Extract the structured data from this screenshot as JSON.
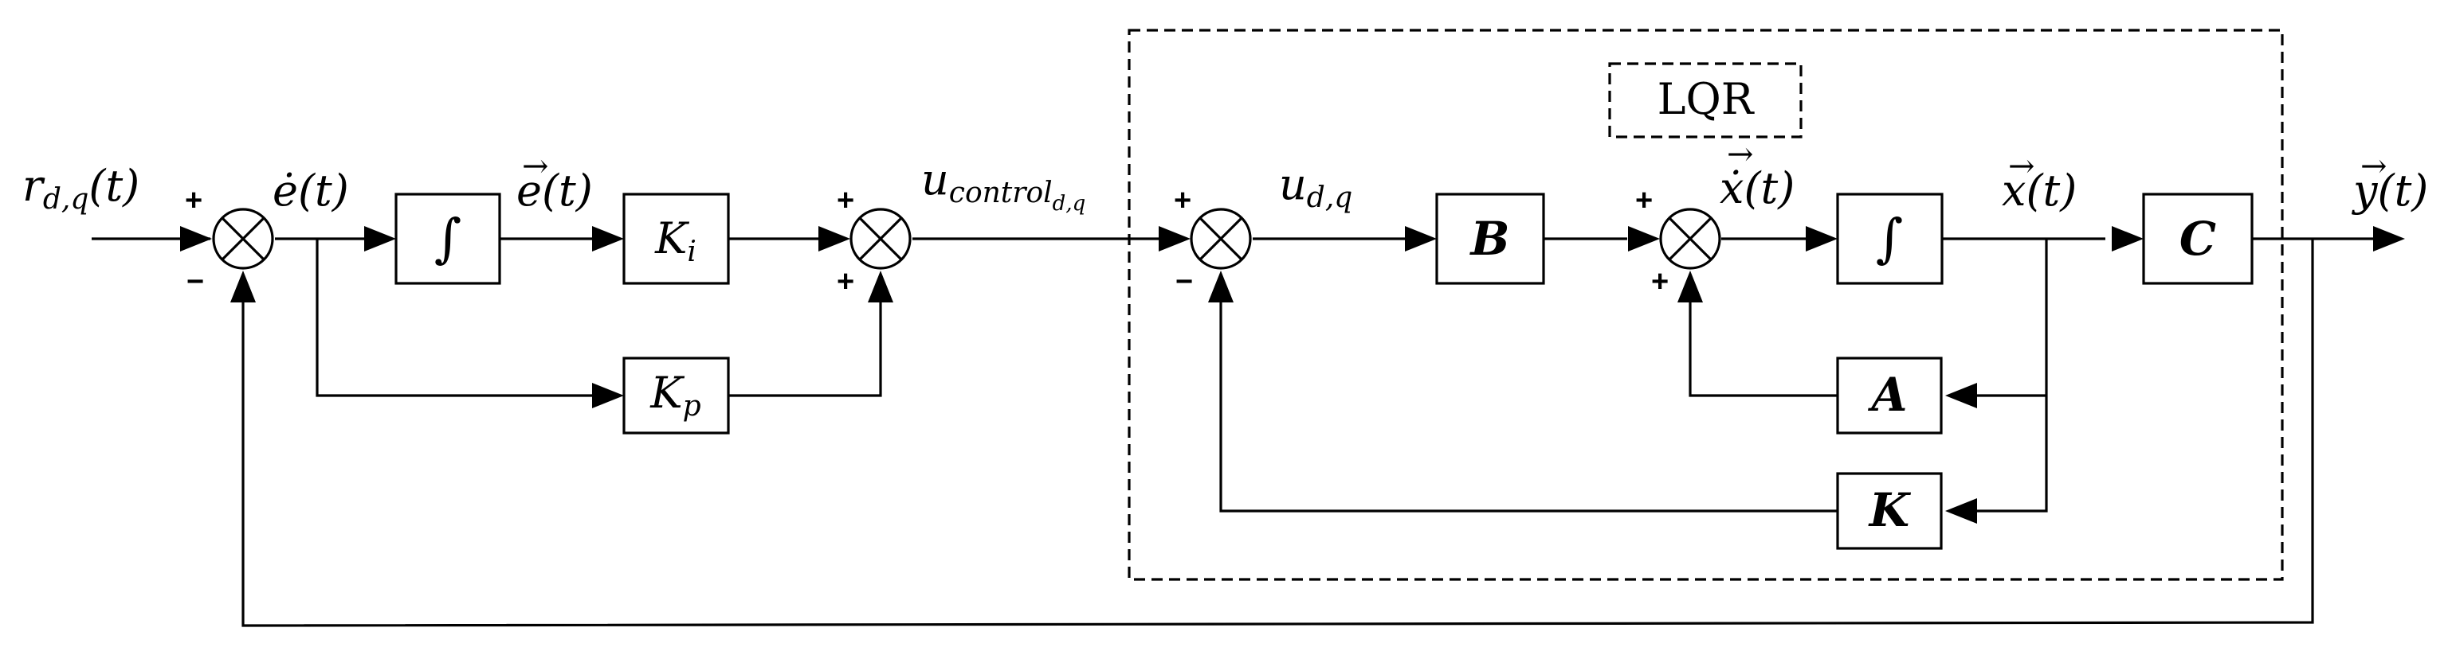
{
  "signals": {
    "reference": "r",
    "reference_sub": "d,q",
    "reference_arg": "(t)",
    "error_dot": "ė(t)",
    "error": "e(t)",
    "u_control": "u",
    "u_control_sub": "control",
    "u_control_subsub": "d,q",
    "u_dq": "u",
    "u_dq_sub": "d,q",
    "x_dot": "ẋ(t)",
    "x": "x(t)",
    "y": "y(t)"
  },
  "blocks": {
    "integrator_1": "∫",
    "ki": "K",
    "ki_sub": "i",
    "kp": "K",
    "kp_sub": "p",
    "b": "B",
    "integrator_2": "∫",
    "c": "C",
    "a": "A",
    "k": "K"
  },
  "lqr_label": "LQR",
  "signs": {
    "sum1_top": "+",
    "sum1_bottom": "−",
    "sum2_top": "+",
    "sum2_bottom": "+",
    "sum3_top": "+",
    "sum3_bottom": "−",
    "sum4_top": "+",
    "sum4_bottom": "+"
  },
  "vector_arrow": "→"
}
